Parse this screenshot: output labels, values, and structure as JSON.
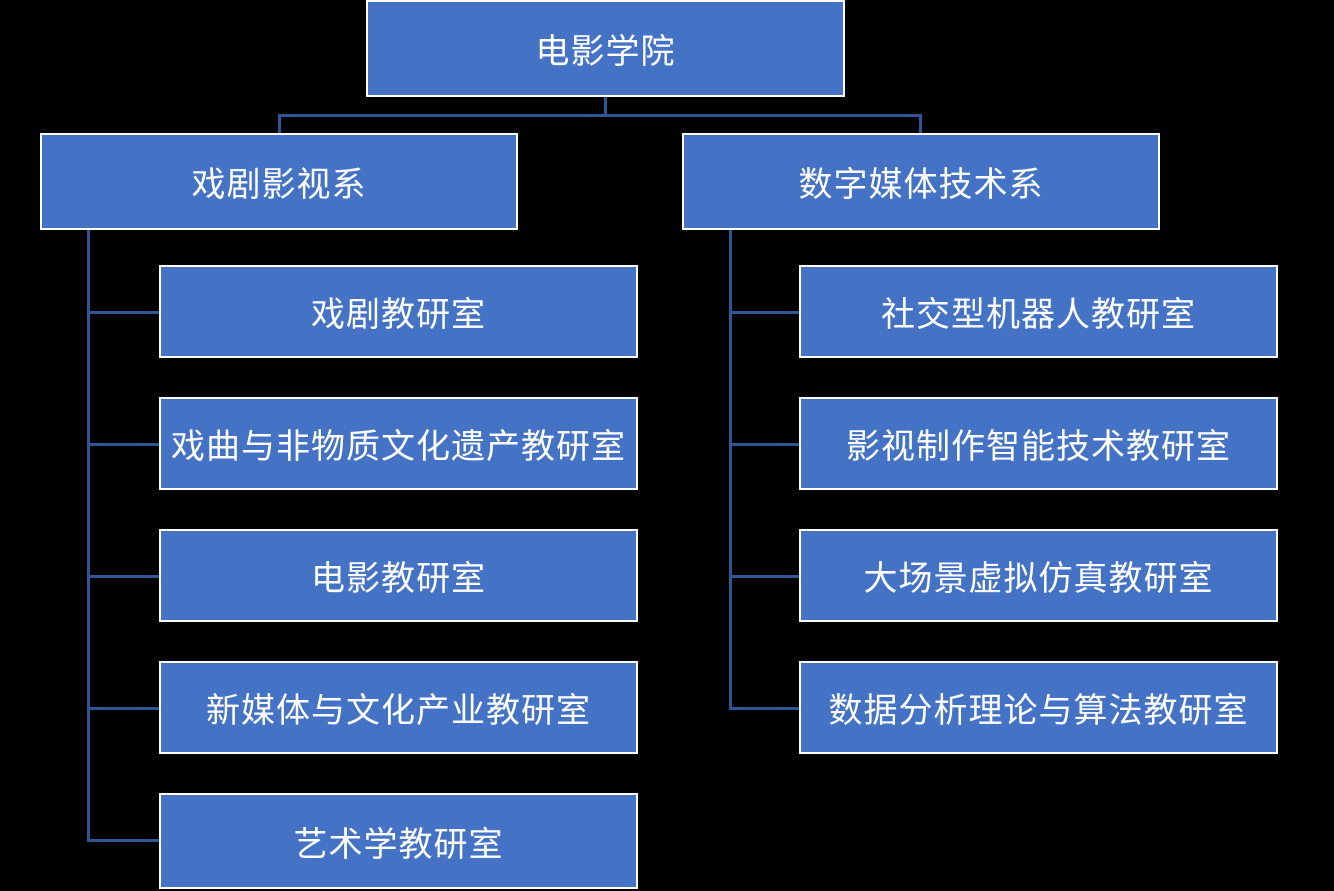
{
  "org_chart": {
    "root": "电影学院",
    "departments": [
      {
        "label": "戏剧影视系",
        "children": [
          "戏剧教研室",
          "戏曲与非物质文化遗产教研室",
          "电影教研室",
          "新媒体与文化产业教研室",
          "艺术学教研室"
        ]
      },
      {
        "label": "数字媒体技术系",
        "children": [
          "社交型机器人教研室",
          "影视制作智能技术教研室",
          "大场景虚拟仿真教研室",
          "数据分析理论与算法教研室"
        ]
      }
    ]
  },
  "colors": {
    "box_fill": "#4472C4",
    "box_border": "#FFFFFF",
    "connector_line": "#2E5596",
    "background": "#000000",
    "text": "#FFFFFF"
  }
}
